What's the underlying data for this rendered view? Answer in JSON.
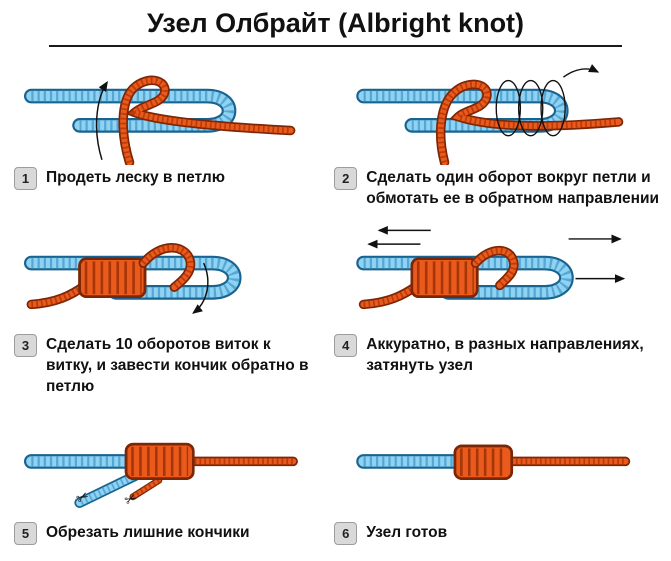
{
  "title": "Узел Олбрайт (Albright knot)",
  "colors": {
    "blue_rope": "#8fd2f2",
    "blue_rope_outline": "#18638f",
    "orange_rope": "#ea5a1d",
    "orange_rope_outline": "#7c2606",
    "badge_bg": "#d9d9d9",
    "text": "#111111"
  },
  "icons": {
    "scissors": "✂"
  },
  "steps": [
    {
      "number": "1",
      "text": "Продеть леску в петлю"
    },
    {
      "number": "2",
      "text": "Сделать один оборот вокруг петли и обмотать ее в обратном направлении"
    },
    {
      "number": "3",
      "text": "Сделать 10 оборотов виток к витку, и завести кончик обратно в петлю"
    },
    {
      "number": "4",
      "text": "Аккуратно, в разных направлениях, затянуть узел"
    },
    {
      "number": "5",
      "text": "Обрезать лишние кончики"
    },
    {
      "number": "6",
      "text": "Узел готов"
    }
  ]
}
